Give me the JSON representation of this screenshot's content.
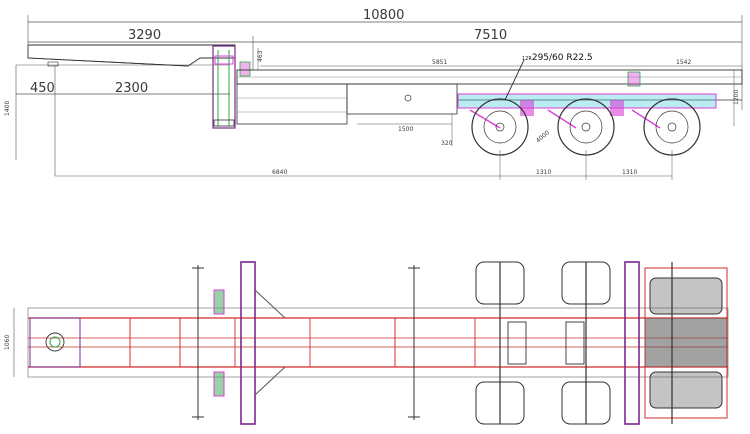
{
  "side_view": {
    "dims": {
      "overall_length": "10800",
      "front_section": "3290",
      "rear_section": "7510",
      "front_overhang": "450",
      "kingpin_offset": "2300",
      "deck_span": "5851",
      "rear_overhang": "1542",
      "gooseneck_step": "463",
      "kingpin_height": "1400",
      "deck_height": "1200",
      "box_length": "1500",
      "lower_height": "320",
      "kingpin_to_axle": "6840",
      "axle_spacing_1": "1310",
      "axle_spacing_2": "1310",
      "wheel_dim": "4000"
    },
    "tire_callout": "12R295/60 R22.5",
    "tire_label_prefix": "12R",
    "tire_label_rest": "295/60 R22.5"
  },
  "top_view": {
    "dims": {
      "width": "1060"
    }
  },
  "colors": {
    "frame_red": "#d42b2b",
    "gray_line": "#8a8a8a",
    "purple": "#7a2a8c",
    "magenta": "#d93fd9",
    "cyan": "#39c8d8",
    "green": "#2fa84a",
    "dark": "#2a2a2a"
  }
}
